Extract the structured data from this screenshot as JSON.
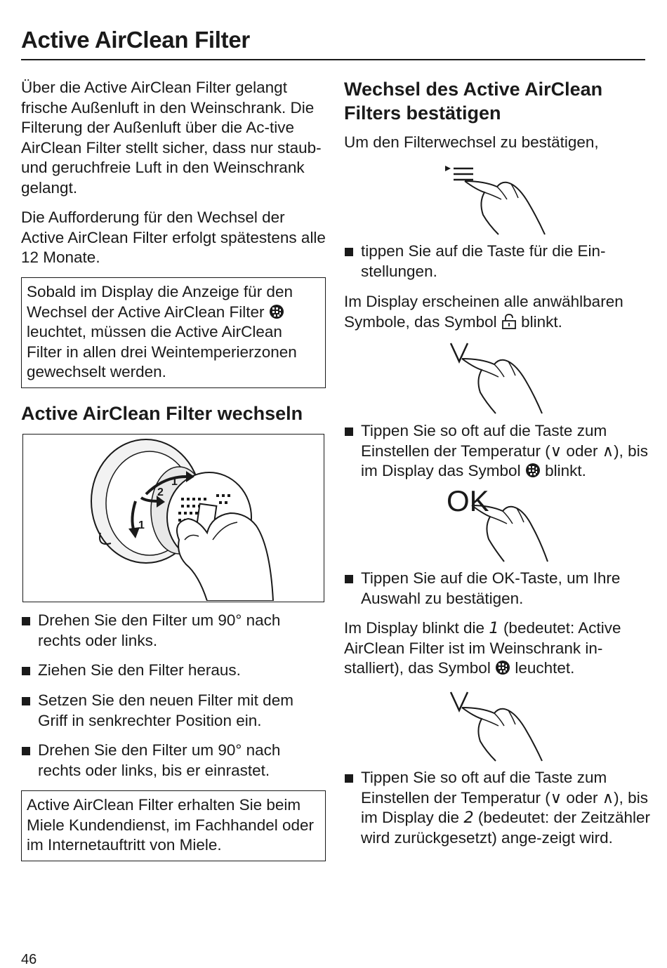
{
  "page": {
    "title": "Active AirClean Filter",
    "page_number": "46"
  },
  "left": {
    "intro_1": "Über die Active AirClean Filter gelangt frische Außenluft in den Weinschrank. Die Filterung der Außenluft über die Ac-tive AirClean Filter stellt sicher, dass nur staub- und geruchfreie Luft in den Weinschrank gelangt.",
    "intro_2": "Die Aufforderung für den Wechsel der Active AirClean Filter erfolgt spätestens alle 12 Monate.",
    "note_1_a": "Sobald im Display die Anzeige für den Wechsel der Active AirClean Filter",
    "note_1_b": "leuchtet, müssen die Active AirClean Filter in allen drei Weintemperierzonen gewechselt werden.",
    "heading": "Active AirClean Filter wechseln",
    "figure_labels": [
      "1",
      "2",
      "1"
    ],
    "steps": [
      "Drehen Sie den Filter um 90° nach rechts oder links.",
      "Ziehen Sie den Filter heraus.",
      "Setzen Sie den neuen Filter mit dem Griff in senkrechter Position ein.",
      "Drehen Sie den Filter um 90° nach rechts oder links, bis er einrastet."
    ],
    "note_2": "Active AirClean Filter erhalten Sie beim Miele Kundendienst, im Fachhandel oder im Internetauftritt von Miele."
  },
  "right": {
    "heading": "Wechsel des Active AirClean Filters bestätigen",
    "intro": "Um den Filterwechsel zu bestätigen,",
    "step_1": "tippen Sie auf die Taste für die Ein-stellungen.",
    "text_1_a": "Im Display erscheinen alle anwählbaren Symbole, das Symbol",
    "text_1_b": "blinkt.",
    "step_2_a": "Tippen Sie so oft auf die Taste zum Einstellen der Temperatur (∨ oder ∧), bis im Display das Symbol",
    "step_2_b": "blinkt.",
    "ok_label": "OK",
    "step_3": "Tippen Sie auf die OK-Taste, um Ihre Auswahl zu bestätigen.",
    "text_2_a": "Im Display blinkt die",
    "text_2_digit": "1",
    "text_2_b": "(bedeutet: Active AirClean Filter ist im Weinschrank in-stalliert), das Symbol",
    "text_2_c": "leuchtet.",
    "step_4_a": "Tippen Sie so oft auf die Taste zum Einstellen der Temperatur (∨ oder ∧), bis im Display die",
    "step_4_digit": "2",
    "step_4_b": "(bedeutet: der Zeitzähler wird zurückgesetzt) ange-zeigt wird."
  },
  "icons": {
    "filter": "filter-symbol-icon",
    "lock": "lock-icon",
    "menu": "settings-menu-icon",
    "down": "chevron-down-icon",
    "hand": "pointing-hand-icon"
  }
}
